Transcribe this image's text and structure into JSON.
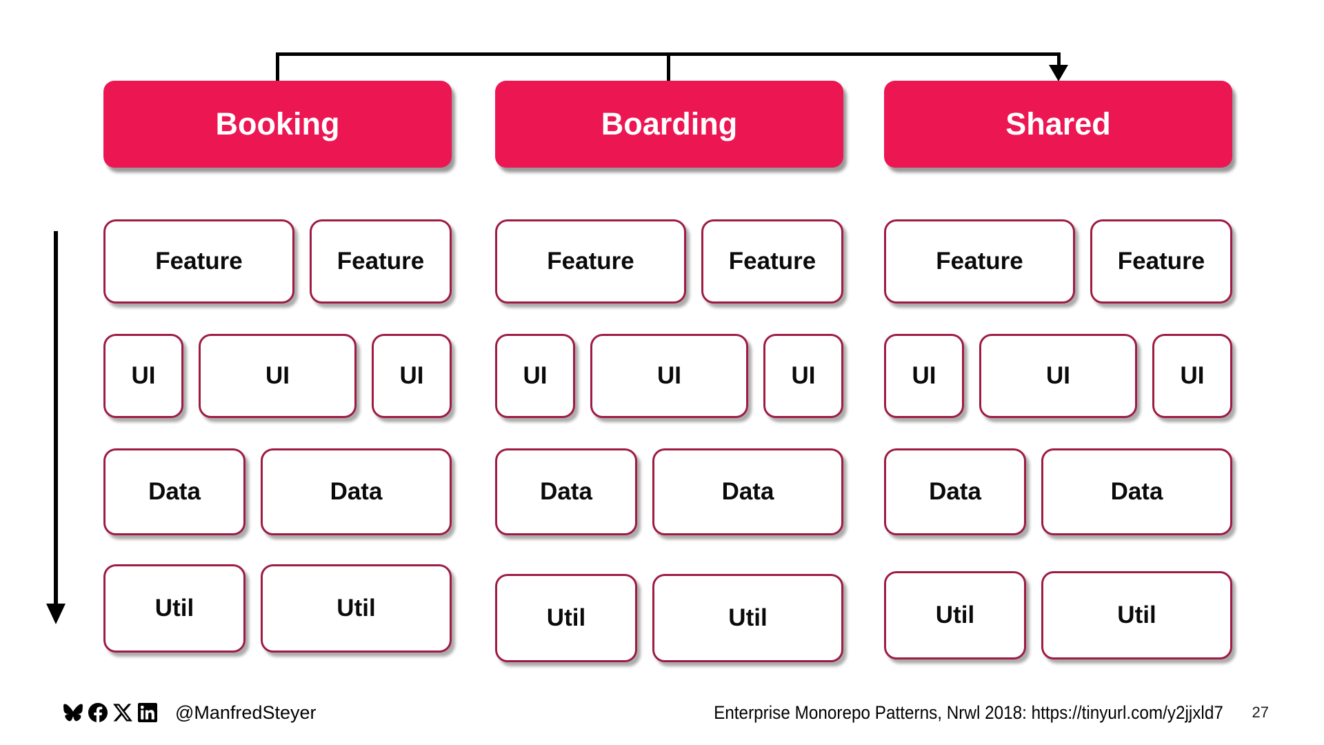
{
  "diagram": {
    "colors": {
      "header_bg": "#ec1652",
      "box_border": "#9e1b42",
      "connector": "#000000"
    },
    "columns": [
      {
        "title": "Booking",
        "rows": [
          {
            "type": "feature",
            "cells": [
              {
                "label": "Feature",
                "size": "wide"
              },
              {
                "label": "Feature",
                "size": "narrow"
              }
            ]
          },
          {
            "type": "ui",
            "cells": [
              {
                "label": "UI",
                "size": "small"
              },
              {
                "label": "UI",
                "size": "mid"
              },
              {
                "label": "UI",
                "size": "small"
              }
            ]
          },
          {
            "type": "data",
            "cells": [
              {
                "label": "Data",
                "size": "narrow"
              },
              {
                "label": "Data",
                "size": "wide"
              }
            ]
          },
          {
            "type": "util",
            "cells": [
              {
                "label": "Util",
                "size": "narrow"
              },
              {
                "label": "Util",
                "size": "wide"
              }
            ]
          }
        ]
      },
      {
        "title": "Boarding",
        "rows": [
          {
            "type": "feature",
            "cells": [
              {
                "label": "Feature",
                "size": "wide"
              },
              {
                "label": "Feature",
                "size": "narrow"
              }
            ]
          },
          {
            "type": "ui",
            "cells": [
              {
                "label": "UI",
                "size": "small"
              },
              {
                "label": "UI",
                "size": "mid"
              },
              {
                "label": "UI",
                "size": "small"
              }
            ]
          },
          {
            "type": "data",
            "cells": [
              {
                "label": "Data",
                "size": "narrow"
              },
              {
                "label": "Data",
                "size": "wide"
              }
            ]
          },
          {
            "type": "util",
            "cells": [
              {
                "label": "Util",
                "size": "narrow"
              },
              {
                "label": "Util",
                "size": "wide"
              }
            ]
          }
        ]
      },
      {
        "title": "Shared",
        "rows": [
          {
            "type": "feature",
            "cells": [
              {
                "label": "Feature",
                "size": "wide"
              },
              {
                "label": "Feature",
                "size": "narrow"
              }
            ]
          },
          {
            "type": "ui",
            "cells": [
              {
                "label": "UI",
                "size": "small"
              },
              {
                "label": "UI",
                "size": "mid"
              },
              {
                "label": "UI",
                "size": "small"
              }
            ]
          },
          {
            "type": "data",
            "cells": [
              {
                "label": "Data",
                "size": "narrow"
              },
              {
                "label": "Data",
                "size": "wide"
              }
            ]
          },
          {
            "type": "util",
            "cells": [
              {
                "label": "Util",
                "size": "narrow"
              },
              {
                "label": "Util",
                "size": "wide"
              }
            ]
          }
        ]
      }
    ]
  },
  "footer": {
    "icons": [
      {
        "name": "bluesky-icon"
      },
      {
        "name": "facebook-icon"
      },
      {
        "name": "x-icon"
      },
      {
        "name": "linkedin-icon"
      }
    ],
    "handle": "@ManfredSteyer",
    "reference": "Enterprise Monorepo Patterns, Nrwl 2018: https://tinyurl.com/y2jjxld7",
    "page_number": "27"
  }
}
